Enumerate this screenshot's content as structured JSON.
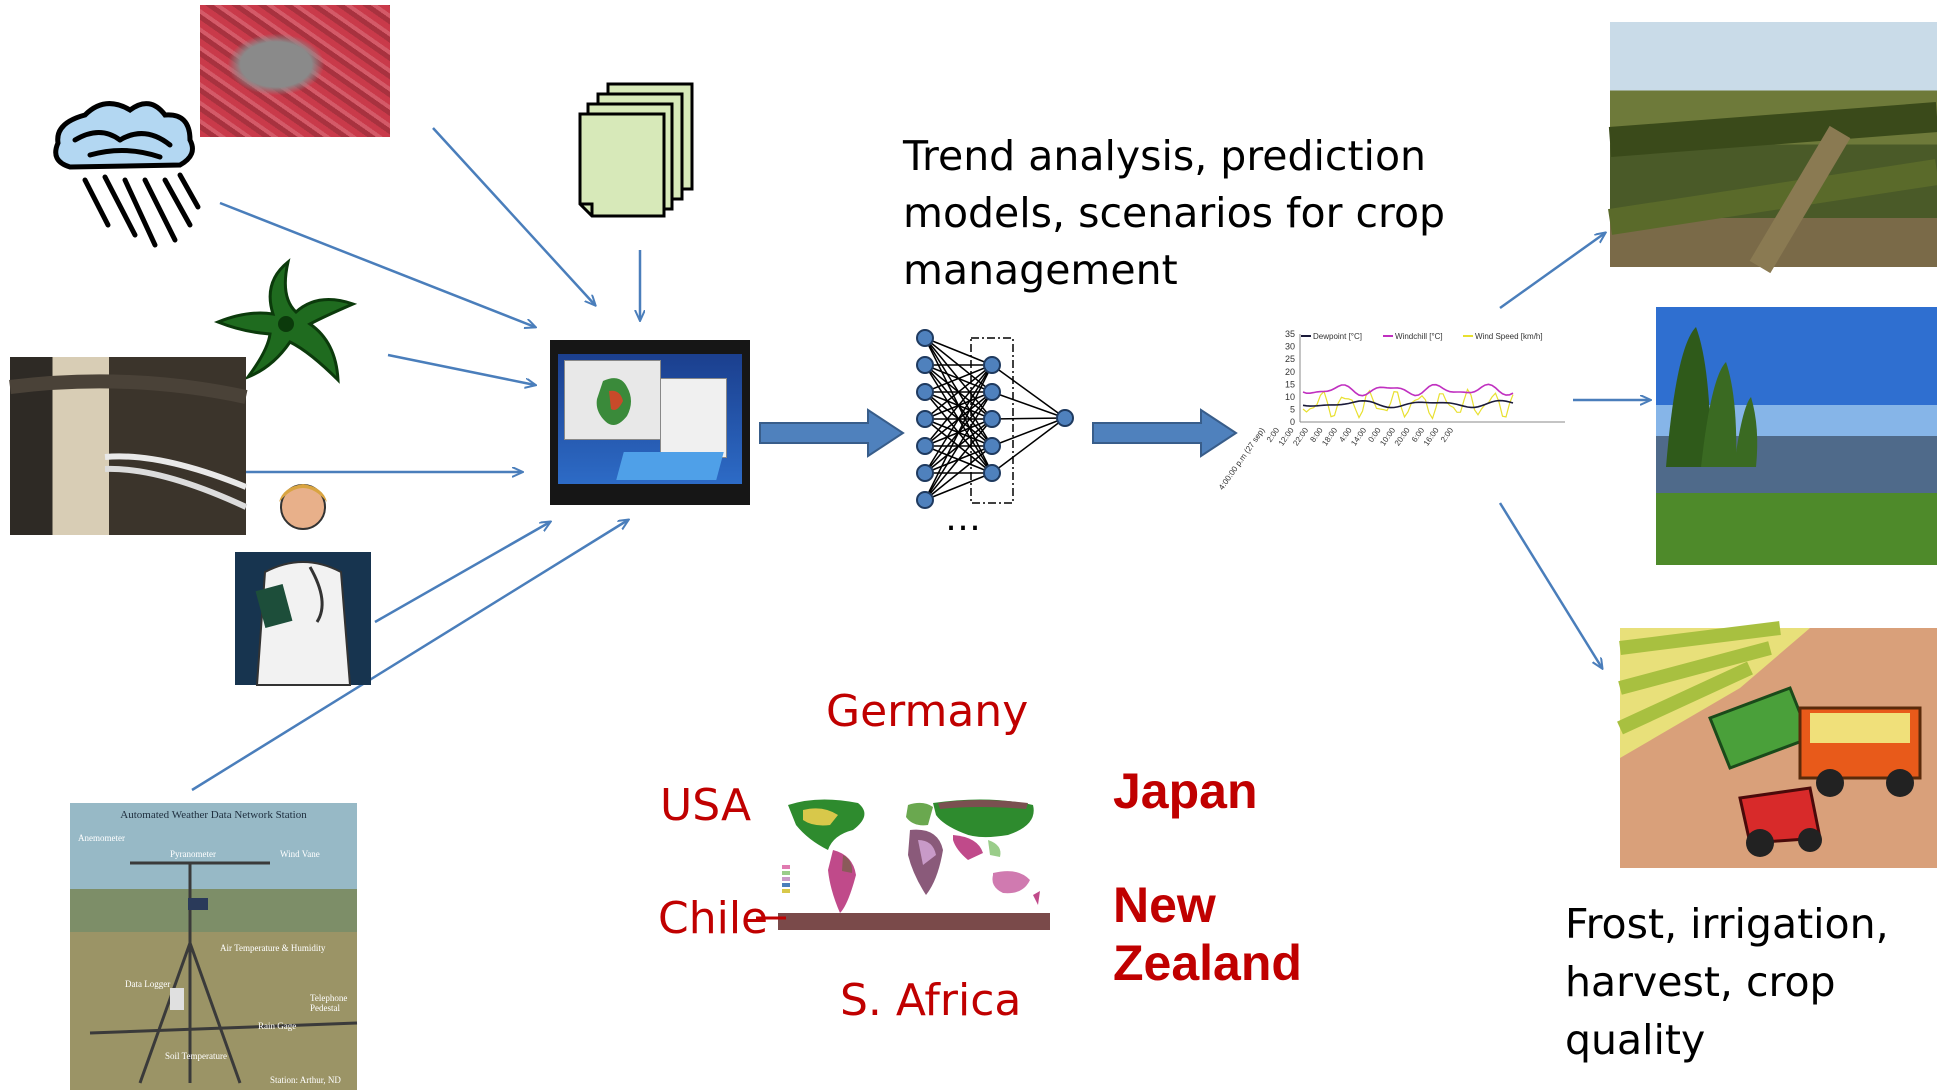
{
  "analysis_text": [
    "Trend analysis, prediction",
    "models, scenarios for crop",
    "management"
  ],
  "outcomes_text": [
    "Frost, irrigation,",
    "harvest, crop",
    "quality"
  ],
  "ellipsis": "…",
  "countries": {
    "germany": "Germany",
    "usa": "USA",
    "chile": "Chile",
    "s_africa": "S. Africa",
    "japan": "Japan",
    "new_zealand": [
      "New",
      "Zealand"
    ]
  },
  "weather_station": {
    "title": "Automated Weather Data Network Station",
    "labels": [
      "Anemometer",
      "Pyranometer",
      "Wind Vane",
      "Air Temperature & Humidity",
      "Data Logger",
      "Rain Gage",
      "Telephone Pedestal",
      "Soil Temperature",
      "Station: Arthur, ND"
    ]
  },
  "mini_chart": {
    "legend": [
      "Dewpoint [°C]",
      "Windchill [°C]",
      "Wind Speed [km/h]"
    ],
    "y_ticks": [
      "35",
      "30",
      "25",
      "20",
      "15",
      "10",
      "5",
      "0"
    ],
    "x_ticks": [
      "4:00:00 p.m (27 sep)",
      "2:00",
      "12:00",
      "22:00",
      "8:00",
      "18:00",
      "4:00",
      "14:00",
      "0:00",
      "10:00",
      "20:00",
      "6:00",
      "16:00",
      "2:00"
    ]
  },
  "colors": {
    "arrow_blue": "#4a7ebb",
    "block_arrow": "#4f81bd",
    "red_text": "#c00000",
    "doc_fill": "#d7e9b9",
    "plant_green": "#1f6b1f"
  }
}
